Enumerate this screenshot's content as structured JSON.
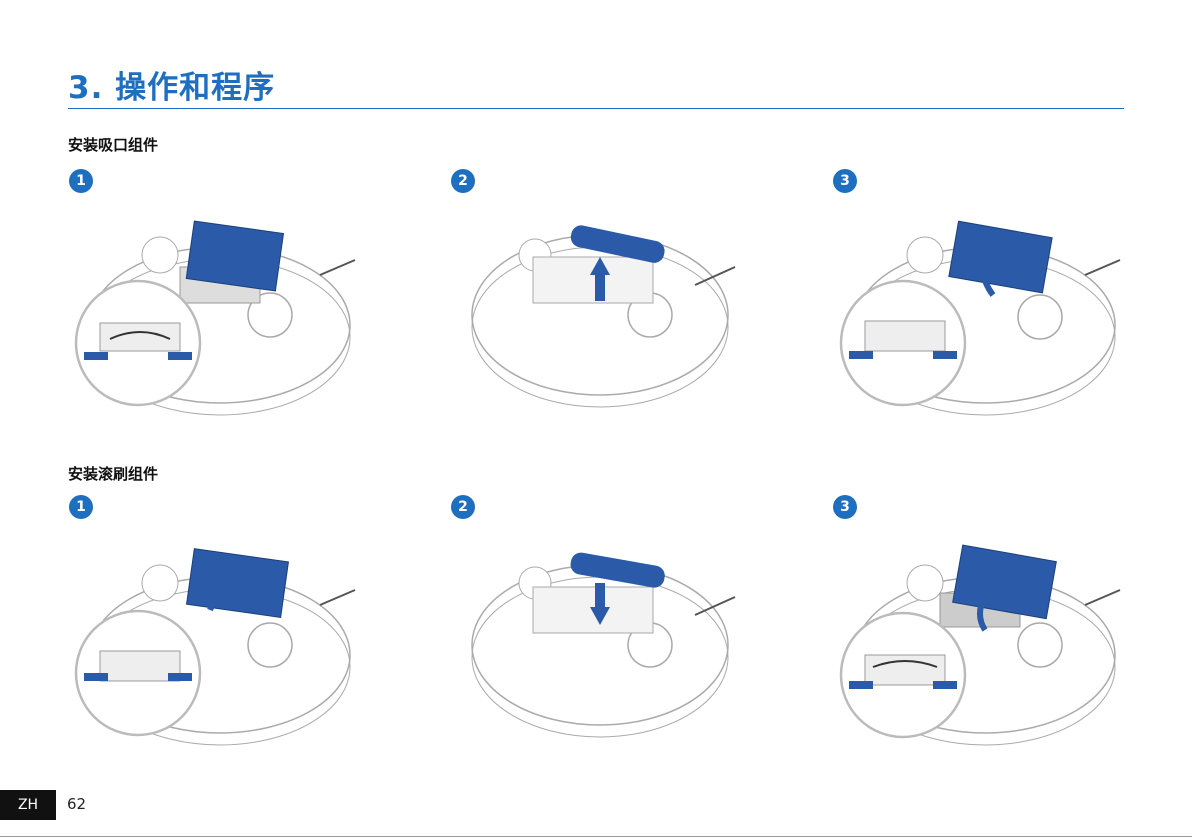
{
  "page": {
    "title": "3. 操作和程序",
    "footer": {
      "lang": "ZH",
      "page_number": "62"
    }
  },
  "colors": {
    "accent": "#1f6fc0",
    "part": "#2b5ba8",
    "outline": "#aaaaaa"
  },
  "sections": [
    {
      "heading": "安装吸口组件",
      "steps": [
        {
          "number": "1",
          "illustration": "robot-underside-nozzle-step1"
        },
        {
          "number": "2",
          "illustration": "robot-underside-nozzle-step2"
        },
        {
          "number": "3",
          "illustration": "robot-underside-nozzle-step3"
        }
      ]
    },
    {
      "heading": "安装滚刷组件",
      "steps": [
        {
          "number": "1",
          "illustration": "robot-underside-brush-step1"
        },
        {
          "number": "2",
          "illustration": "robot-underside-brush-step2"
        },
        {
          "number": "3",
          "illustration": "robot-underside-brush-step3"
        }
      ]
    }
  ]
}
